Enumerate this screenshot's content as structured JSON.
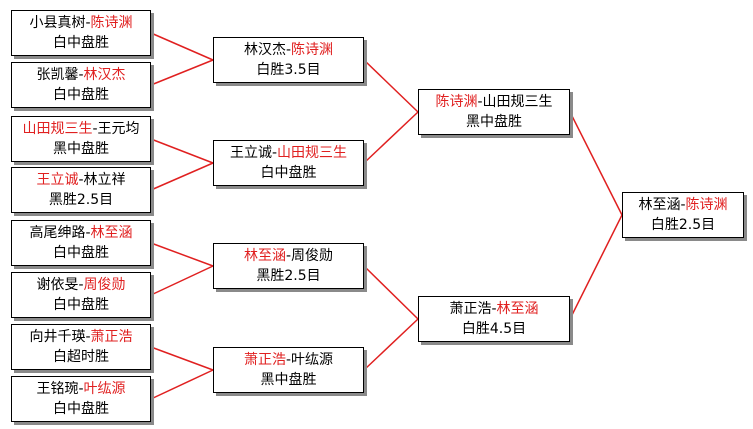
{
  "bracket": {
    "round1": [
      {
        "players": [
          {
            "name": "小县真树",
            "winner": false
          },
          {
            "name": "陈诗渊",
            "winner": true
          }
        ],
        "result": "白中盘胜"
      },
      {
        "players": [
          {
            "name": "张凯馨",
            "winner": false
          },
          {
            "name": "林汉杰",
            "winner": true
          }
        ],
        "result": "白中盘胜"
      },
      {
        "players": [
          {
            "name": "山田规三生",
            "winner": true
          },
          {
            "name": "王元均",
            "winner": false
          }
        ],
        "result": "黑中盘胜"
      },
      {
        "players": [
          {
            "name": "王立诚",
            "winner": true
          },
          {
            "name": "林立祥",
            "winner": false
          }
        ],
        "result": "黑胜2.5目"
      },
      {
        "players": [
          {
            "name": "高尾绅路",
            "winner": false
          },
          {
            "name": "林至涵",
            "winner": true
          }
        ],
        "result": "白中盘胜"
      },
      {
        "players": [
          {
            "name": "谢依旻",
            "winner": false
          },
          {
            "name": "周俊勋",
            "winner": true
          }
        ],
        "result": "白中盘胜"
      },
      {
        "players": [
          {
            "name": "向井千瑛",
            "winner": false
          },
          {
            "name": "萧正浩",
            "winner": true
          }
        ],
        "result": "白超时胜"
      },
      {
        "players": [
          {
            "name": "王铭琬",
            "winner": false
          },
          {
            "name": "叶纮源",
            "winner": true
          }
        ],
        "result": "白中盘胜"
      }
    ],
    "round2": [
      {
        "players": [
          {
            "name": "林汉杰",
            "winner": false
          },
          {
            "name": "陈诗渊",
            "winner": true
          }
        ],
        "result": "白胜3.5目"
      },
      {
        "players": [
          {
            "name": "王立诚",
            "winner": false
          },
          {
            "name": "山田规三生",
            "winner": true
          }
        ],
        "result": "白中盘胜"
      },
      {
        "players": [
          {
            "name": "林至涵",
            "winner": true
          },
          {
            "name": "周俊勋",
            "winner": false
          }
        ],
        "result": "黑胜2.5目"
      },
      {
        "players": [
          {
            "name": "萧正浩",
            "winner": true
          },
          {
            "name": "叶纮源",
            "winner": false
          }
        ],
        "result": "黑中盘胜"
      }
    ],
    "semifinals": [
      {
        "players": [
          {
            "name": "陈诗渊",
            "winner": true
          },
          {
            "name": "山田规三生",
            "winner": false
          }
        ],
        "result": "黑中盘胜"
      },
      {
        "players": [
          {
            "name": "萧正浩",
            "winner": false
          },
          {
            "name": "林至涵",
            "winner": true
          }
        ],
        "result": "白胜4.5目"
      }
    ],
    "final": [
      {
        "players": [
          {
            "name": "林至涵",
            "winner": false
          },
          {
            "name": "陈诗渊",
            "winner": true
          }
        ],
        "result": "白胜2.5目"
      }
    ],
    "separator": "-"
  },
  "colors": {
    "winner_text": "#e02020",
    "loser_text": "#000000",
    "connector_line": "#e02020",
    "box_border": "#000000",
    "box_shadow": "#8a8a8a"
  }
}
